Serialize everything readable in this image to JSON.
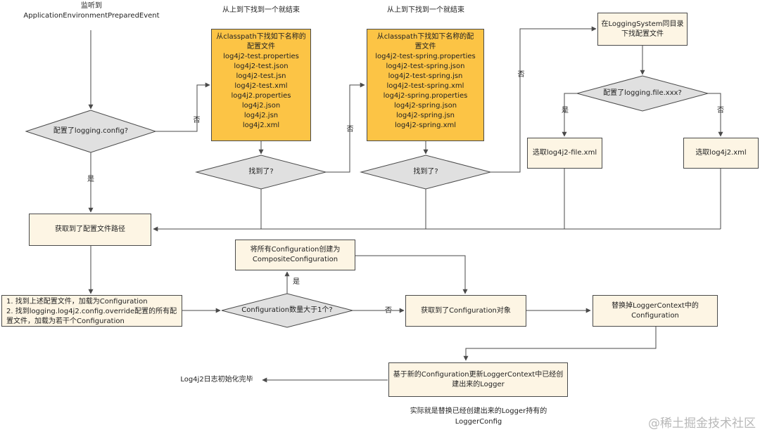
{
  "top": {
    "listen_title": "监听到",
    "listen_event": "ApplicationEnvironmentPreparedEvent",
    "search_note_1": "从上到下找到一个就结束",
    "search_note_2": "从上到下找到一个就结束"
  },
  "decisions": {
    "logging_config": "配置了logging.config?",
    "found_1": "找到了?",
    "found_2": "找到了?",
    "logging_file": "配置了logging.file.xxx?",
    "config_count": "Configuration数量大于1个?"
  },
  "boxes": {
    "list1": {
      "header_line1": "从classpath下找如下名称的",
      "header_line2": "配置文件",
      "files": [
        "log4j2-test.properties",
        "log4j2-test.json",
        "log4j2-test.jsn",
        "log4j2-test.xml",
        "log4j2.properties",
        "log4j2.json",
        "log4j2.jsn",
        "log4j2.xml"
      ]
    },
    "list2": {
      "header_line1": "从classpath下找如下名称的配",
      "header_line2": "置文件",
      "files": [
        "log4j2-test-spring.properties",
        "log4j2-test-spring.json",
        "log4j2-test-spring.jsn",
        "log4j2-test-spring.xml",
        "log4j2-spring.properties",
        "log4j2-spring.json",
        "log4j2-spring.jsn",
        "log4j2-spring.xml"
      ]
    },
    "logging_system_dir_l1": "在LoggingSystem同目录",
    "logging_system_dir_l2": "下找配置文件",
    "choose_file": "选取log4j2-file.xml",
    "choose_default": "选取log4j2.xml",
    "got_path": "获取到了配置文件路径",
    "load_l1": "1. 找到上述配置文件，加载为Configuration",
    "load_l2": "2. 找到logging.log4j2.config.override配置的所有配",
    "load_l3": "置文件，加载为若干个Configuration",
    "composite_l1": "将所有Configuration创建为",
    "composite_l2": "CompositeConfiguration",
    "got_config": "获取到了Configuration对象",
    "replace_l1": "替换掉LoggerContext中的",
    "replace_l2": "Configuration",
    "update_l1": "基于新的Configuration更新LoggerContext中已经创",
    "update_l2": "建出来的Logger",
    "done": "Log4j2日志初始化完毕",
    "note_l1": "实际就是替换已经创建出来的Logger持有的",
    "note_l2": "LoggerConfig"
  },
  "edge_labels": {
    "yes": "是",
    "no": "否"
  },
  "watermark": "@稀土掘金技术社区",
  "colors": {
    "box_fill": "#fdf5e4",
    "highlight_fill": "#fcc445",
    "decision_fill": "#e0e0e0",
    "line": "#4a4a4a"
  }
}
